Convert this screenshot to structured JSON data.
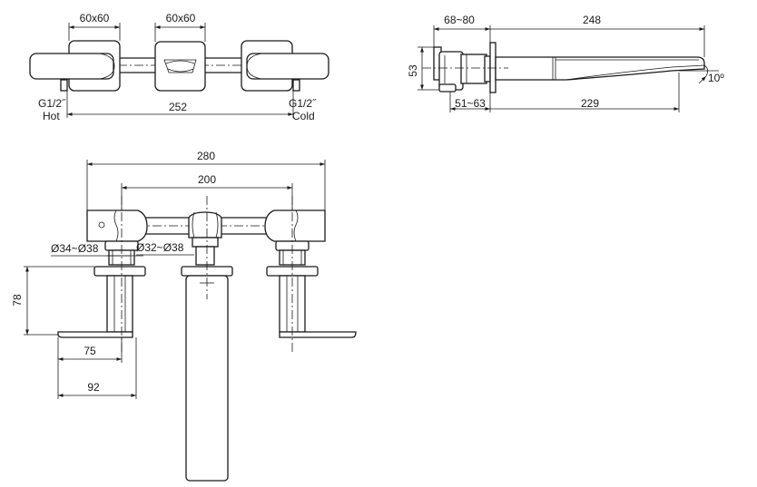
{
  "top_view": {
    "dim_left_box": "60x60",
    "dim_center_box": "60x60",
    "dim_overall": "252",
    "hot_thread": "G1/2˝",
    "hot_label": "Hot",
    "cold_thread": "G1/2˝",
    "cold_label": "Cold"
  },
  "side_view": {
    "dim_body_depth": "68~80",
    "dim_spout_length": "248",
    "dim_height": "53",
    "dim_wall_adjust": "51~63",
    "dim_spout_projection": "229",
    "dim_angle": "10º"
  },
  "front_view": {
    "dim_total_width": "280",
    "dim_handle_spacing": "200",
    "dim_handle_escutcheon": "Ø34~Ø38",
    "dim_spout_escutcheon": "Ø32~Ø38",
    "dim_vertical": "78",
    "dim_lever_75": "75",
    "dim_lever_92": "92"
  }
}
